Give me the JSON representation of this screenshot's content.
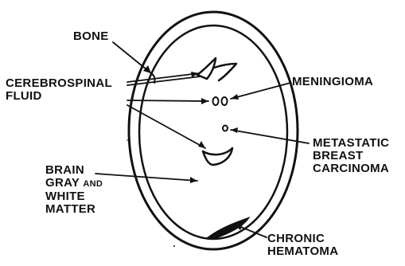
{
  "labels": {
    "bone": "BONE",
    "csf_line1": "CEREBROSPINAL",
    "csf_line2": "FLUID",
    "meningioma": "MENINGIOMA",
    "metastatic_line1": "METASTATIC",
    "metastatic_line2": "BREAST",
    "metastatic_line3": "CARCINOMA",
    "brain_line1": "BRAIN",
    "brain_line2_a": "GRAY",
    "brain_line2_b": "AND",
    "brain_line3": "WHITE",
    "brain_line4": "MATTER",
    "hematoma_line1": "CHRONIC",
    "hematoma_line2": "HEMATOMA"
  },
  "colors": {
    "ink": "#111111",
    "background": "#ffffff"
  }
}
